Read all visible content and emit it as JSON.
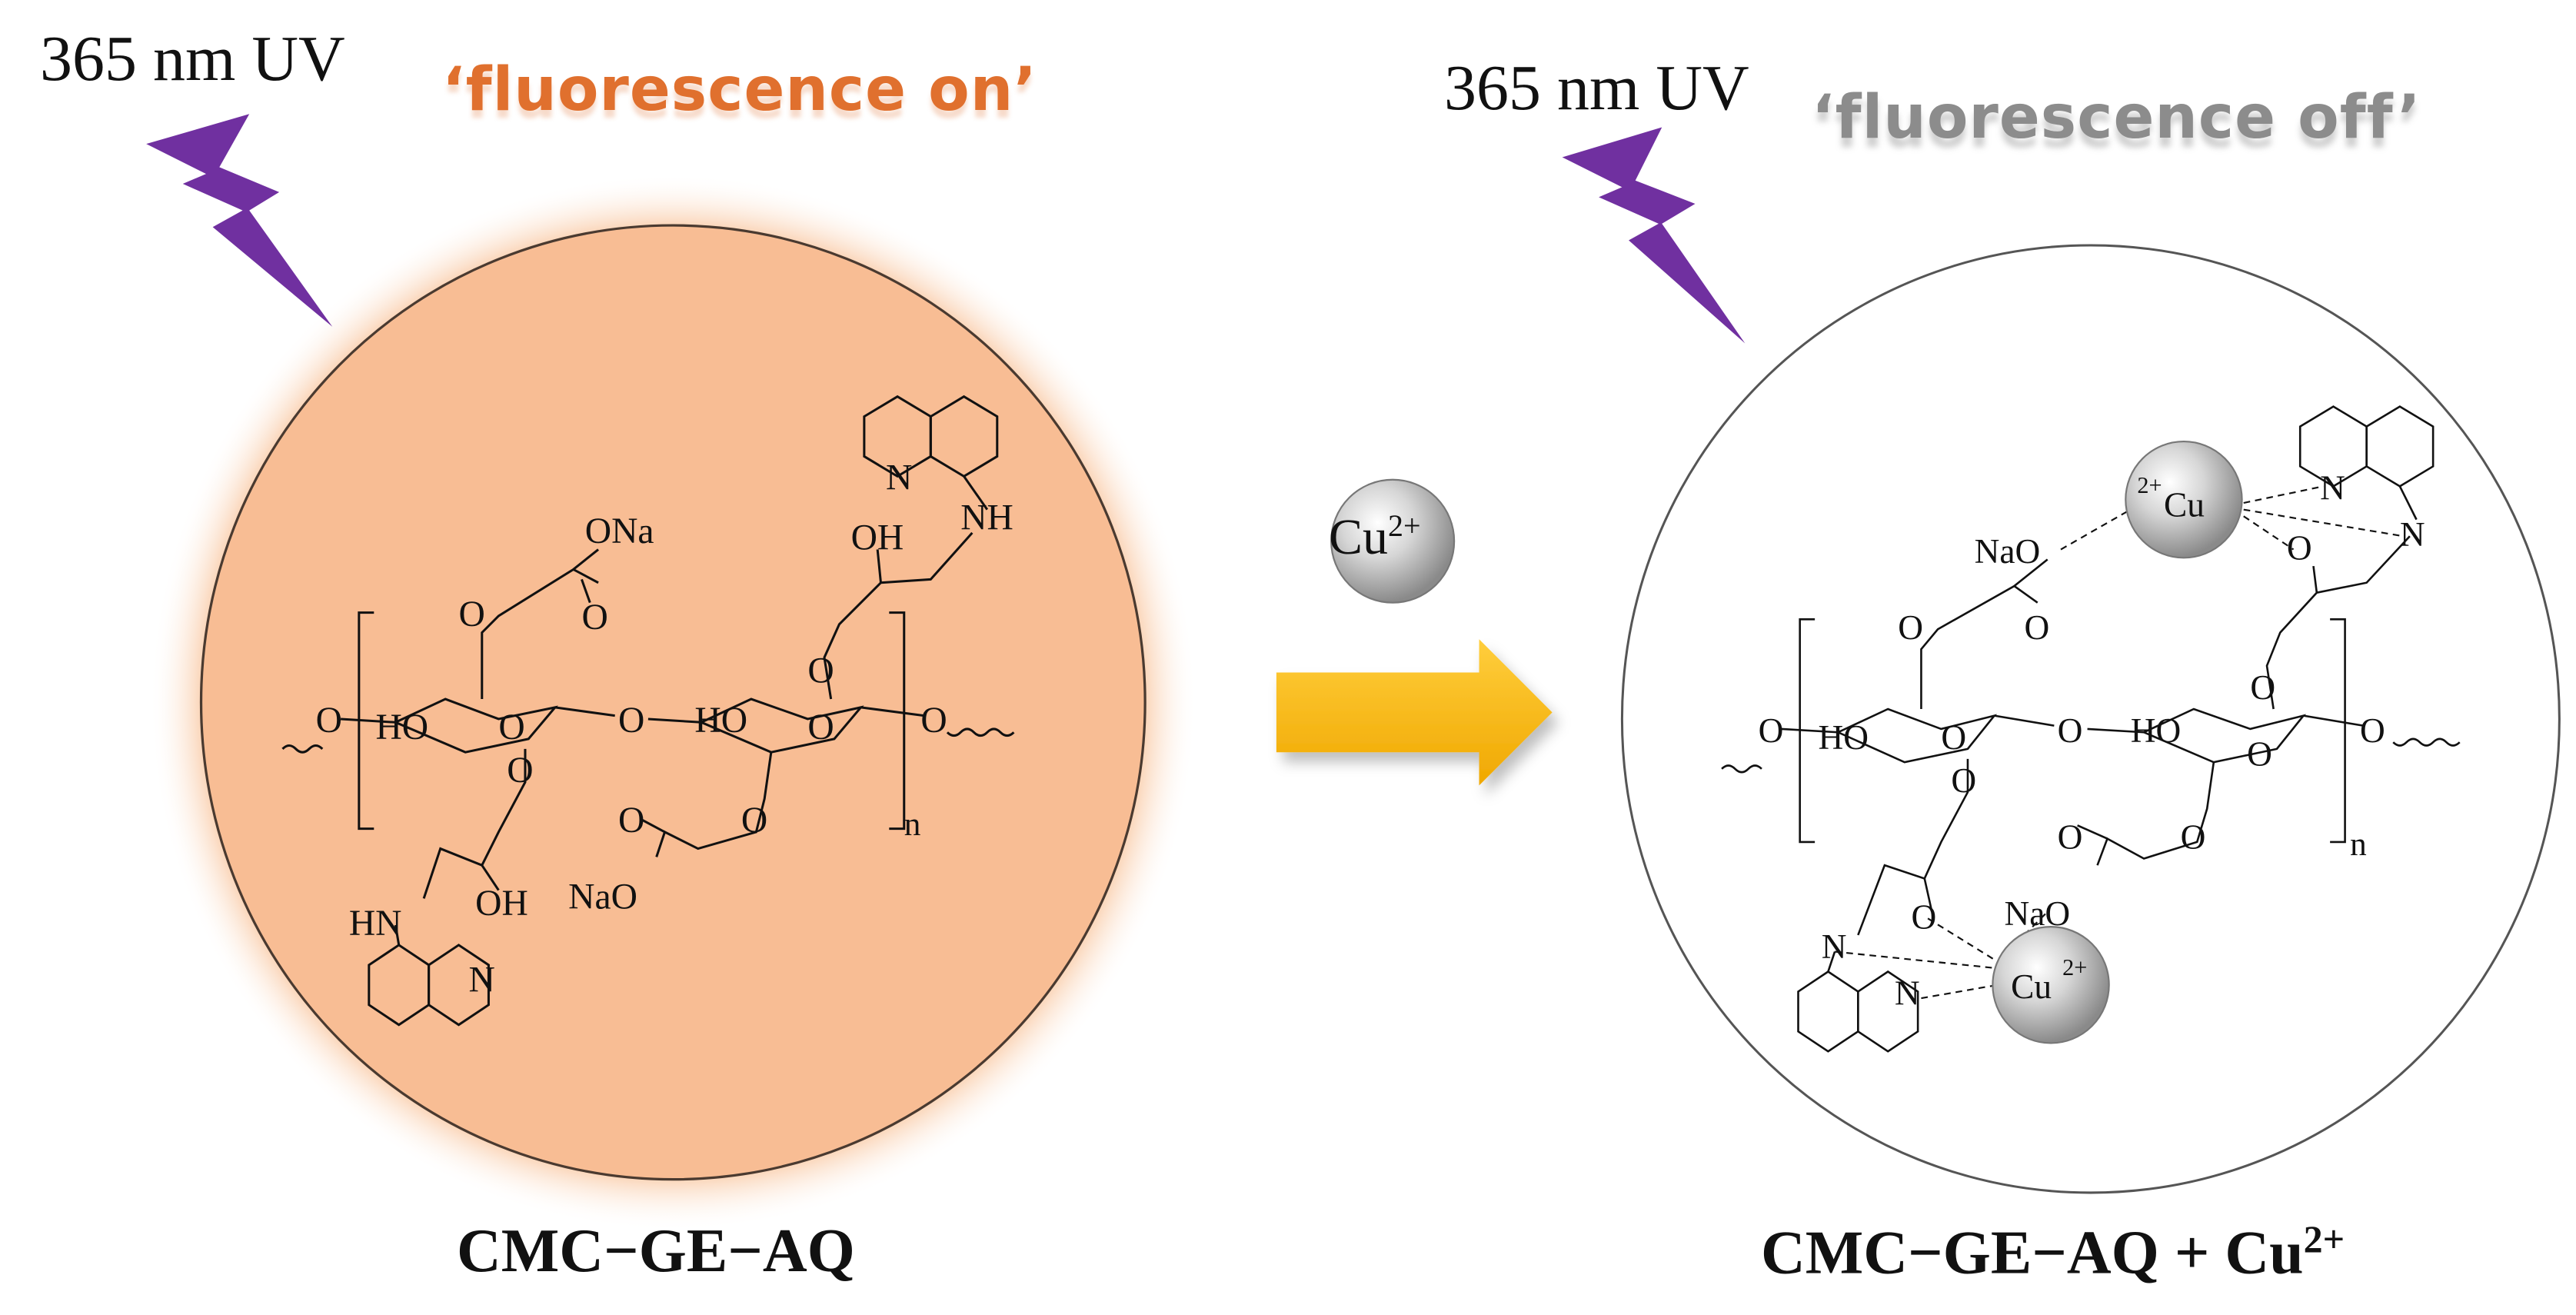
{
  "left_panel": {
    "uv_label": "365 nm UV",
    "state_label": "‘fluorescence on’",
    "caption": "CMC−GE−AQ",
    "glow_color": "#f6b88e"
  },
  "arrow": {
    "reagent_ion": "Cu",
    "reagent_charge": "2+",
    "color": "#f5b400"
  },
  "right_panel": {
    "uv_label": "365 nm UV",
    "state_label": "‘fluorescence off’",
    "caption_main": "CMC−GE−AQ + Cu",
    "caption_charge": "2+"
  },
  "molecule": {
    "ona": "ONa",
    "nao": "NaO",
    "oh": "OH",
    "ho": "HO",
    "nh": "NH",
    "hn": "HN",
    "n": "N",
    "o": "O",
    "repeat": "n",
    "cu_complex": "Cu",
    "cu_charge": "2+"
  },
  "colors": {
    "lightning": "#7030a0",
    "fluorescence_on": "#e0702e",
    "fluorescence_off": "#8c8c8c"
  }
}
